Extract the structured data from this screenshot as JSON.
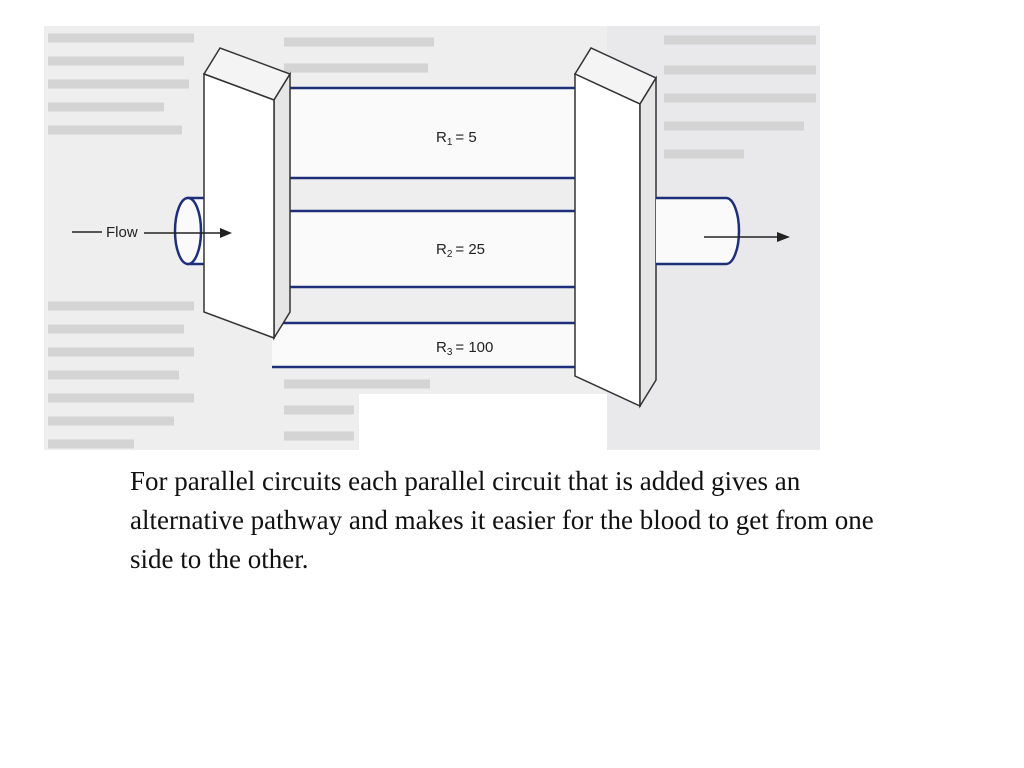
{
  "diagram": {
    "flow_label": "Flow",
    "resistors": [
      {
        "symbol": "R",
        "subscript": "1",
        "value": "= 5"
      },
      {
        "symbol": "R",
        "subscript": "2",
        "value": "= 25"
      },
      {
        "symbol": "R",
        "subscript": "3",
        "value": "= 100"
      }
    ],
    "colors": {
      "tube_fill": "#fafafa",
      "tube_outline": "#1e2f7a",
      "plate_fill": "#ffffff",
      "plate_side": "#e6e6e6",
      "scan_background": "#eeeeee"
    }
  },
  "caption": "For parallel circuits each parallel circuit that is added gives an alternative pathway and makes it easier for the blood to get from one side to the other."
}
